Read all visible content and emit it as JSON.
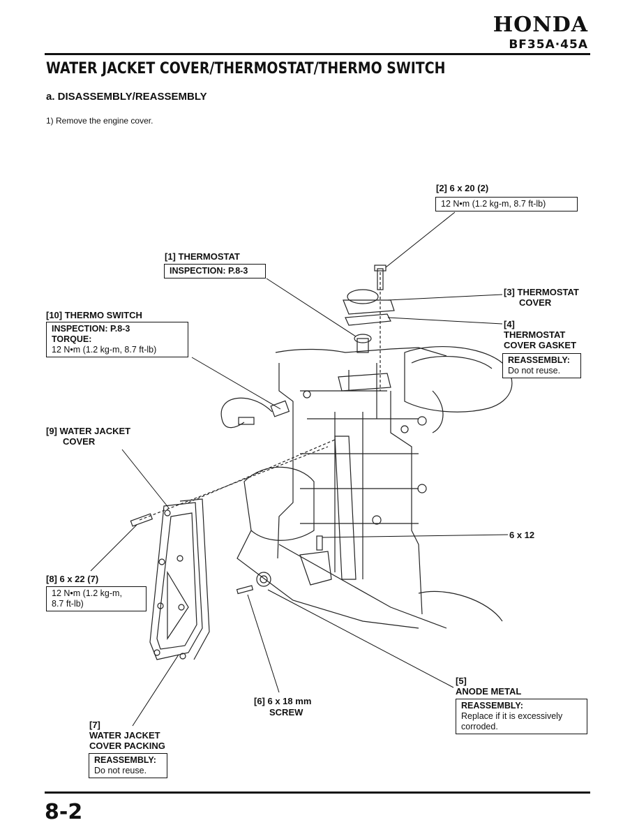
{
  "header": {
    "brand": "HONDA",
    "model": "BF35A·45A"
  },
  "title": "WATER JACKET COVER/THERMOSTAT/THERMO SWITCH",
  "subtitle": "a. DISASSEMBLY/REASSEMBLY",
  "step": "1) Remove the engine cover.",
  "callouts": {
    "c1": {
      "label": "[1] THERMOSTAT",
      "box": "INSPECTION: P.8-3"
    },
    "c2": {
      "label": "[2] 6 x 20 (2)",
      "box": "12 N•m (1.2 kg-m, 8.7 ft-lb)"
    },
    "c3": {
      "line1": "[3] THERMOSTAT",
      "line2": "COVER"
    },
    "c4": {
      "line1": "[4]",
      "line2": "THERMOSTAT",
      "line3": "COVER GASKET",
      "box_title": "REASSEMBLY:",
      "box_text": "Do not reuse."
    },
    "c5": {
      "line1": "[5]",
      "line2": "ANODE METAL",
      "box_title": "REASSEMBLY:",
      "box_text1": "Replace if it is excessively",
      "box_text2": "corroded."
    },
    "c6": {
      "line1": "[6] 6 x 18 mm",
      "line2": "SCREW"
    },
    "c7": {
      "line1": "[7]",
      "line2": "WATER JACKET",
      "line3": "COVER PACKING",
      "box_title": "REASSEMBLY:",
      "box_text": "Do not reuse."
    },
    "c8": {
      "label": "[8] 6 x 22 (7)",
      "box1": "12 N•m (1.2 kg-m,",
      "box2": "8.7 ft-lb)"
    },
    "c9": {
      "line1": "[9] WATER JACKET",
      "line2": "COVER"
    },
    "c10": {
      "label": "[10] THERMO SWITCH",
      "box_line1": "INSPECTION: P.8-3",
      "box_line2": "TORQUE:",
      "box_line3": "12 N•m (1.2 kg-m, 8.7 ft-lb)"
    },
    "c11": {
      "label": "6 x 12"
    }
  },
  "page_number": "8-2"
}
